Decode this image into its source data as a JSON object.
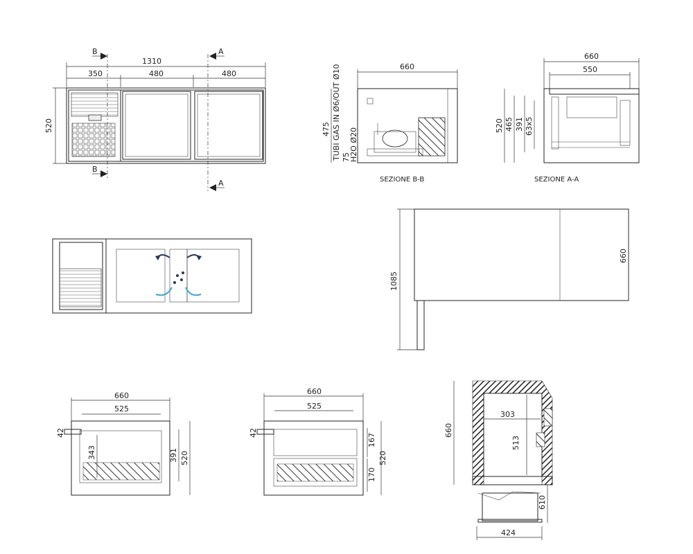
{
  "views": {
    "front": {
      "overall_width": "1310",
      "widths": [
        "350",
        "480",
        "480"
      ],
      "height": "520",
      "section_b_label": "B",
      "section_a_label": "A"
    },
    "section_bb": {
      "caption": "SEZIONE B-B",
      "width": "660",
      "height": "475",
      "dim_75": "75",
      "pipe_label_1": "TUBI GAS IN Ø6/OUT Ø10",
      "pipe_label_2": "H2O Ø20"
    },
    "section_aa": {
      "caption": "SEZIONE A-A",
      "width_outer": "660",
      "width_inner": "550",
      "height_520": "520",
      "height_465": "465",
      "height_391": "391",
      "shelves": "63x5"
    },
    "side_view": {
      "height": "1085",
      "depth": "660"
    },
    "drawer_single": {
      "width_outer": "660",
      "width_inner": "525",
      "handle": "42",
      "inner_height": "343",
      "height_391": "391",
      "height_520": "520"
    },
    "drawer_double": {
      "width_outer": "660",
      "width_inner": "525",
      "handle": "42",
      "top_drawer": "167",
      "bottom_drawer": "170",
      "height_520": "520"
    },
    "detail": {
      "width_303": "303",
      "height_513": "513",
      "height_660": "660",
      "height_610": "610",
      "width_424": "424"
    }
  }
}
